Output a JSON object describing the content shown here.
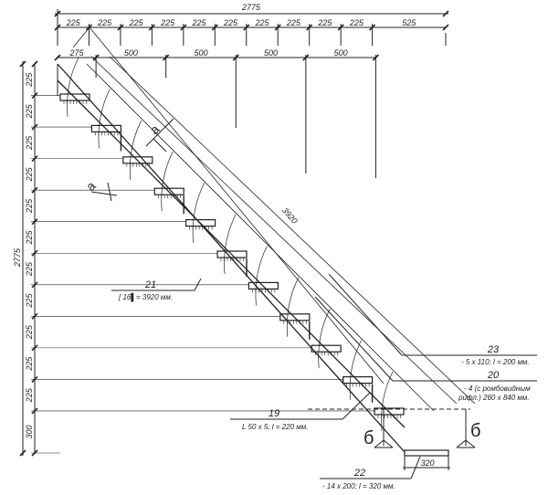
{
  "top_dims": {
    "total": "2775",
    "steps": [
      "225",
      "225",
      "225",
      "225",
      "225",
      "225",
      "225",
      "225",
      "225",
      "225",
      "525"
    ],
    "spacing": [
      "275",
      "500",
      "500",
      "500",
      "500"
    ]
  },
  "left_dims": {
    "total": "2775",
    "steps": [
      "225",
      "225",
      "225",
      "225",
      "225",
      "225",
      "225",
      "225",
      "225",
      "225",
      "225",
      "300"
    ]
  },
  "stringer_length": "3920",
  "callouts": {
    "c21": {
      "num": "21",
      "spec": "[  16▌= 3920 мм."
    },
    "c23": {
      "num": "23",
      "spec": "- 5 x 110; l = 200 мм."
    },
    "c20": {
      "num": "20",
      "spec1": "- 4  (с ромбовидным",
      "spec2": "рифл.)  260 x 840 мм."
    },
    "c19": {
      "num": "19",
      "spec": "L    50 x 5; l = 220 мм."
    },
    "c22": {
      "num": "22",
      "spec": "- 14 x 200; l = 320 мм."
    }
  },
  "plate_width": "320",
  "section_marks": {
    "a": "а",
    "b": "б"
  }
}
